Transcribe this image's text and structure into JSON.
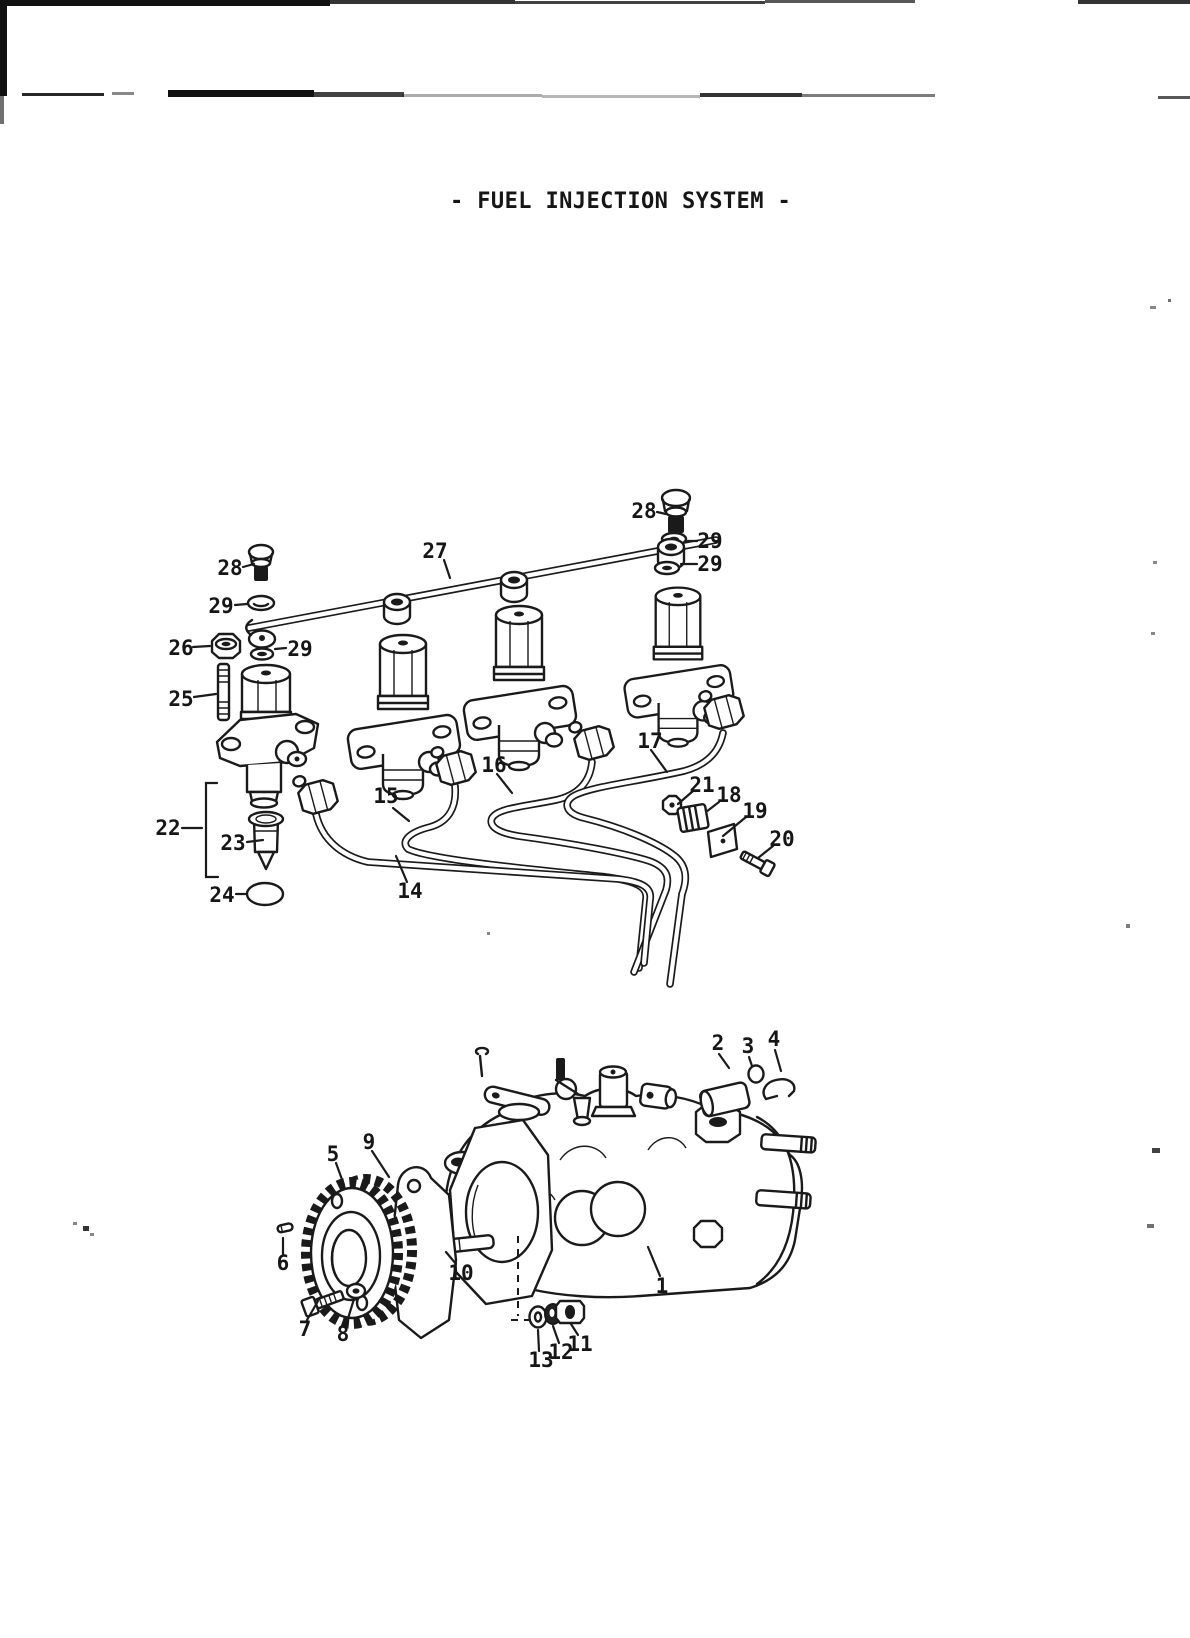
{
  "title": "- FUEL INJECTION SYSTEM -",
  "callouts": {
    "u28L": "28",
    "u29a": "29",
    "u26": "26",
    "u29b": "29",
    "u25": "25",
    "u22": "22",
    "u23": "23",
    "u24": "24",
    "u27": "27",
    "u28R": "28",
    "u29c": "29",
    "u29d": "29",
    "u14": "14",
    "u15": "15",
    "u16": "16",
    "u17": "17",
    "u18": "18",
    "u19": "19",
    "u20": "20",
    "u21": "21",
    "l1": "1",
    "l2": "2",
    "l3": "3",
    "l4": "4",
    "l5": "5",
    "l6": "6",
    "l7": "7",
    "l8": "8",
    "l9": "9",
    "l10": "10",
    "l11": "11",
    "l12": "12",
    "l13": "13"
  }
}
